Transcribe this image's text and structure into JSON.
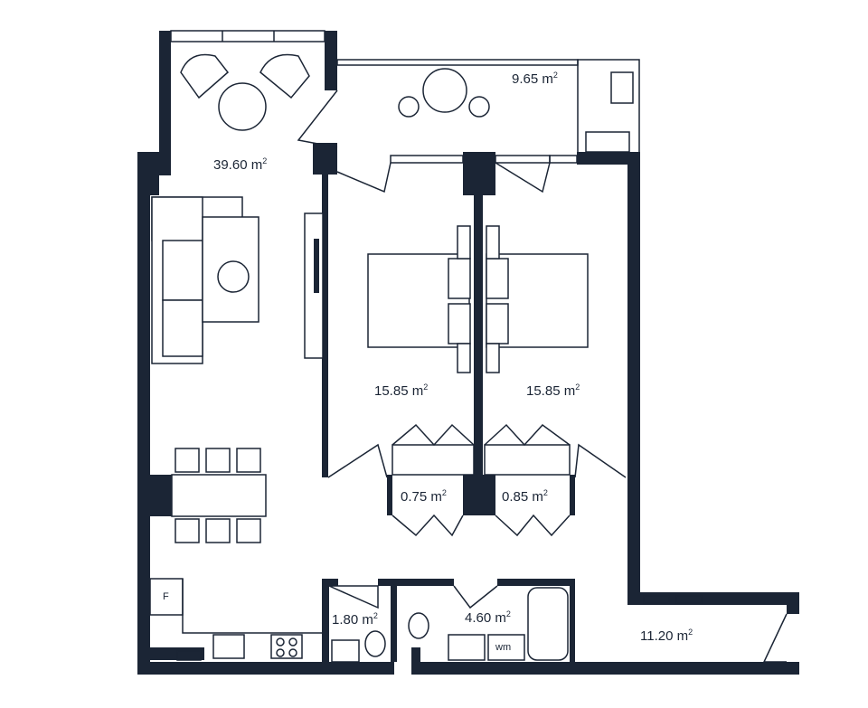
{
  "plan": {
    "rooms": [
      {
        "id": "living",
        "area": "39.60",
        "unit": "m",
        "sup": "2"
      },
      {
        "id": "balcony",
        "area": "9.65",
        "unit": "m",
        "sup": "2"
      },
      {
        "id": "bedroom_left",
        "area": "15.85",
        "unit": "m",
        "sup": "2"
      },
      {
        "id": "bedroom_right",
        "area": "15.85",
        "unit": "m",
        "sup": "2"
      },
      {
        "id": "wardrobe_left",
        "area": "0.75",
        "unit": "m",
        "sup": "2"
      },
      {
        "id": "wardrobe_right",
        "area": "0.85",
        "unit": "m",
        "sup": "2"
      },
      {
        "id": "wc",
        "area": "1.80",
        "unit": "m",
        "sup": "2"
      },
      {
        "id": "bathroom",
        "area": "4.60",
        "unit": "m",
        "sup": "2"
      },
      {
        "id": "hall",
        "area": "11.20",
        "unit": "m",
        "sup": "2"
      }
    ],
    "fixtures": {
      "fridge_label": "F",
      "washing_machine_label": "wm"
    },
    "colors": {
      "wall": "#1b2535",
      "background": "#ffffff"
    }
  }
}
